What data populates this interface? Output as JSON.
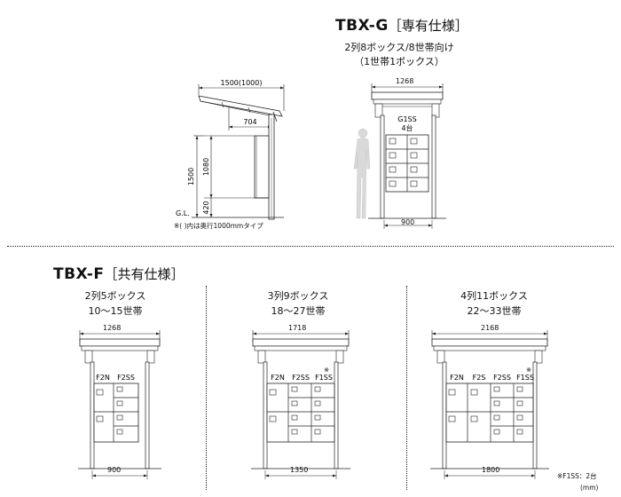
{
  "tbx_g": {
    "model": "TBX-G",
    "type_label": "［専有仕様］",
    "desc_line1": "2列8ボックス/8世帯向け",
    "desc_line2": "（1世帯1ボックス）",
    "side": {
      "width": "1500(1000)",
      "inner": "704",
      "height_total": "1500",
      "height_box": "1080",
      "height_base": "420",
      "ground": "G.L.",
      "note": "※( )内は奥行1000mmタイプ"
    },
    "front": {
      "top_width": "1268",
      "bottom_width": "900",
      "unit_name": "G1SS",
      "unit_count": "4台"
    }
  },
  "tbx_f": {
    "model": "TBX-F",
    "type_label": "［共有仕様］",
    "variants": [
      {
        "desc_line1": "2列5ボックス",
        "desc_line2": "10〜15世帯",
        "top_width": "1268",
        "bottom_width": "900",
        "col_labels": [
          "F2N",
          "F2SS"
        ]
      },
      {
        "desc_line1": "3列9ボックス",
        "desc_line2": "18〜27世帯",
        "top_width": "1718",
        "bottom_width": "1350",
        "col_labels": [
          "F2N",
          "F2SS",
          "F1SS"
        ],
        "mark": "※"
      },
      {
        "desc_line1": "4列11ボックス",
        "desc_line2": "22〜33世帯",
        "top_width": "2168",
        "bottom_width": "1800",
        "col_labels": [
          "F2N",
          "F2S",
          "F2SS",
          "F1SS"
        ],
        "mark": "※"
      }
    ]
  },
  "footnote": "※F1SS：2台",
  "unit": "(mm)"
}
